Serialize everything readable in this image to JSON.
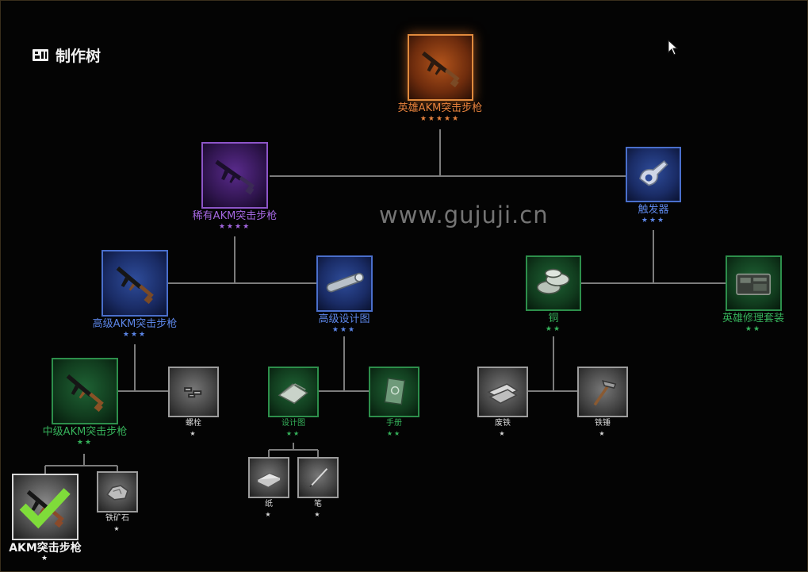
{
  "header": {
    "title": "制作树",
    "title_icon": "crafting-tree-icon"
  },
  "watermark": "www.gujuji.cn",
  "colors": {
    "legendary": "#e8843f",
    "epic": "#a467e0",
    "rare": "#5c86e8",
    "uncommon": "#36b35b",
    "common": "#d8d8d8"
  },
  "nodes": [
    {
      "id": "hero-akm",
      "label": "英雄AKM突击步枪",
      "stars": "★★★★★",
      "rarity": "orange",
      "icon": "rifle-icon"
    },
    {
      "id": "rare-akm",
      "label": "稀有AKM突击步枪",
      "stars": "★★★★",
      "rarity": "purple",
      "icon": "rifle-icon"
    },
    {
      "id": "trigger",
      "label": "触发器",
      "stars": "★★★",
      "rarity": "blue",
      "icon": "trigger-icon"
    },
    {
      "id": "adv-akm",
      "label": "高级AKM突击步枪",
      "stars": "★★★",
      "rarity": "blue",
      "icon": "rifle-icon"
    },
    {
      "id": "adv-blueprint",
      "label": "高级设计图",
      "stars": "★★★",
      "rarity": "blue",
      "icon": "blueprint-roll-icon"
    },
    {
      "id": "copper",
      "label": "铜",
      "stars": "★★",
      "rarity": "green",
      "icon": "coins-icon"
    },
    {
      "id": "hero-repair-kit",
      "label": "英雄修理套装",
      "stars": "★★",
      "rarity": "green",
      "icon": "repair-kit-icon"
    },
    {
      "id": "mid-akm",
      "label": "中级AKM突击步枪",
      "stars": "★★",
      "rarity": "green",
      "icon": "rifle-icon"
    },
    {
      "id": "bolts",
      "label": "螺栓",
      "stars": "★",
      "rarity": "gray",
      "icon": "bolts-icon"
    },
    {
      "id": "blueprint",
      "label": "设计图",
      "stars": "★★",
      "rarity": "green",
      "icon": "paper-sheets-icon"
    },
    {
      "id": "manual",
      "label": "手册",
      "stars": "★★",
      "rarity": "green",
      "icon": "manual-icon"
    },
    {
      "id": "scrap-iron",
      "label": "废铁",
      "stars": "★",
      "rarity": "gray",
      "icon": "scrap-iron-icon"
    },
    {
      "id": "iron-hammer",
      "label": "铁锤",
      "stars": "★",
      "rarity": "gray",
      "icon": "hammer-icon"
    },
    {
      "id": "akm",
      "label": "AKM突击步枪",
      "stars": "★",
      "rarity": "white",
      "icon": "rifle-icon",
      "owned": true
    },
    {
      "id": "iron-ore",
      "label": "铁矿石",
      "stars": "★",
      "rarity": "gray",
      "icon": "ore-icon"
    },
    {
      "id": "paper",
      "label": "纸",
      "stars": "★",
      "rarity": "gray",
      "icon": "paper-stack-icon"
    },
    {
      "id": "pen",
      "label": "笔",
      "stars": "★",
      "rarity": "gray",
      "icon": "pen-icon"
    }
  ]
}
